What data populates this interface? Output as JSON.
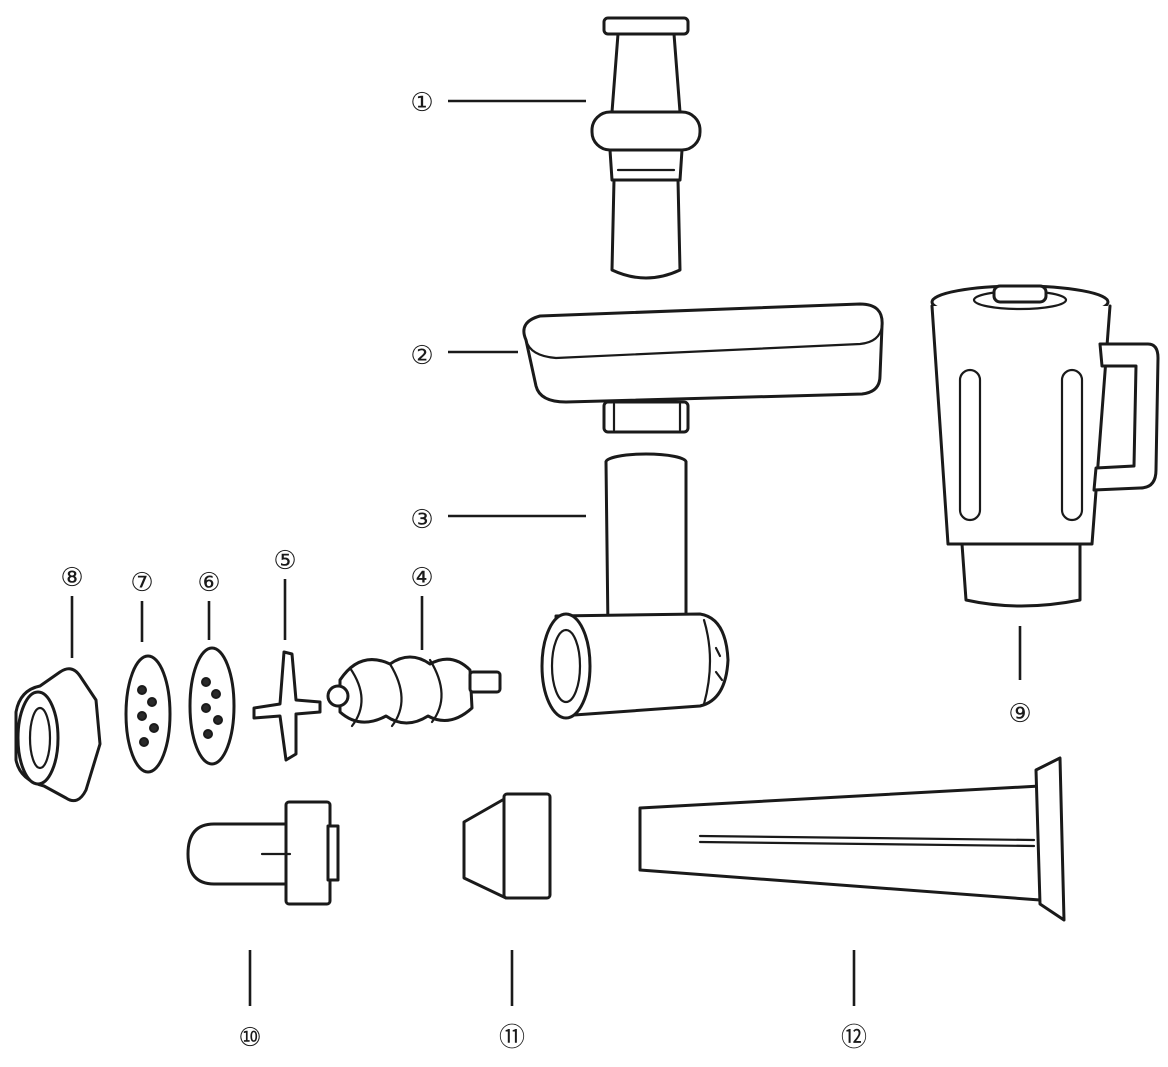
{
  "parts": [
    {
      "id": "1",
      "label": "①"
    },
    {
      "id": "2",
      "label": "②"
    },
    {
      "id": "3",
      "label": "③"
    },
    {
      "id": "4",
      "label": "④"
    },
    {
      "id": "5",
      "label": "⑤"
    },
    {
      "id": "6",
      "label": "⑥"
    },
    {
      "id": "7",
      "label": "⑦"
    },
    {
      "id": "8",
      "label": "⑧"
    },
    {
      "id": "9",
      "label": "⑨"
    },
    {
      "id": "10",
      "label": "⑩"
    },
    {
      "id": "11",
      "label": "⑪"
    },
    {
      "id": "12",
      "label": "⑫"
    }
  ]
}
